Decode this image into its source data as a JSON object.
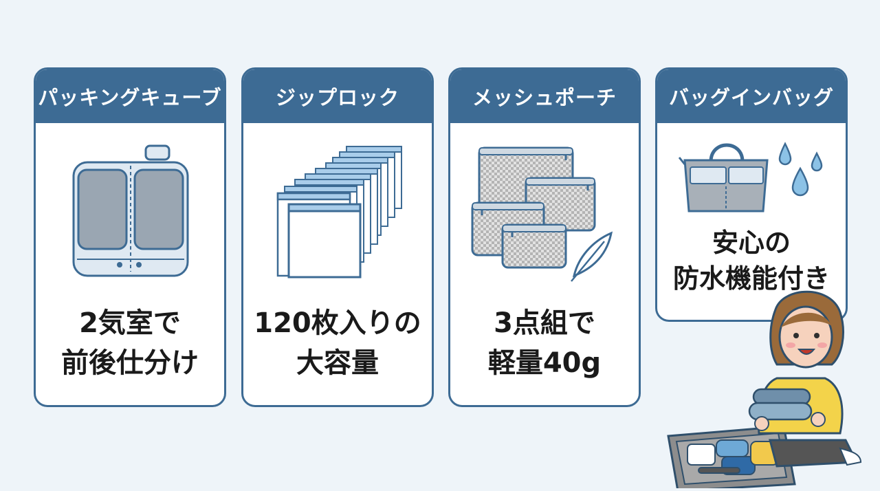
{
  "colors": {
    "header": "#3d6b94",
    "background": "#eef4f9",
    "card": "#ffffff",
    "text": "#1a1a1a"
  },
  "cards": [
    {
      "title": "パッキングキューブ",
      "icon": "packing-cube-icon",
      "line1": "2気室で",
      "line2": "前後仕分け"
    },
    {
      "title": "ジップロック",
      "icon": "zip-bags-icon",
      "line1": "120枚入りの",
      "line2": "大容量"
    },
    {
      "title": "メッシュポーチ",
      "icon": "mesh-pouch-icon",
      "line1": "3点組で",
      "line2": "軽量40g"
    },
    {
      "title": "バッグインバッグ",
      "icon": "bag-in-bag-icon",
      "line1": "安心の",
      "line2": "防水機能付き"
    }
  ]
}
